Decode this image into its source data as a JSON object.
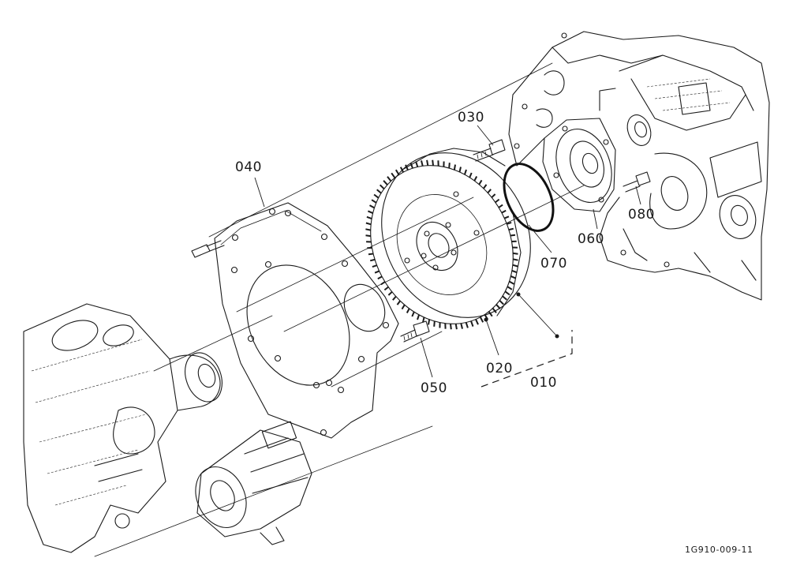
{
  "callouts": {
    "c010": "010",
    "c020": "020",
    "c030": "030",
    "c040": "040",
    "c050": "050",
    "c060": "060",
    "c070": "070",
    "c080": "080"
  },
  "figure_code": "1G910-009-11"
}
